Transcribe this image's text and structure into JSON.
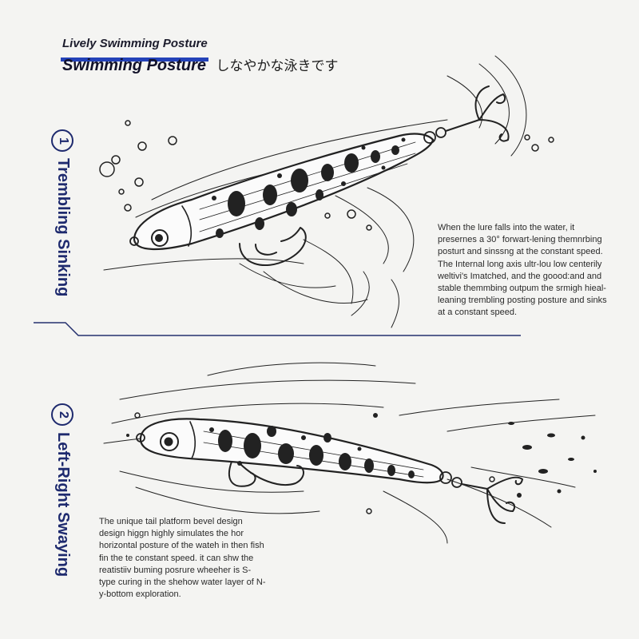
{
  "header": {
    "subtitle": "Lively Swimming Posture",
    "title": "Swimming Posture",
    "title_jp": "しなやかな泳きです",
    "accent_color": "#2442b8"
  },
  "sections": [
    {
      "number": "1",
      "label": "Trembling Sinking",
      "description": "When the lure falls into the water, it presernes a 30° forwart-lening themnrbing posturt and sinssng at the constant speed. The Internal long axis ultr-lou low centerily weltivi's Imatched, and the goood:and and stable themmbing outpum the srmigh hieal-leaning trembling posting posture and sinks at a constant speed."
    },
    {
      "number": "2",
      "label": "Left-Right Swaying",
      "description": "The unique tail platform bevel design design higgn highly simulates the hor horizontal posture of the wateh in then fish fin the te constant speed. it can shw the reatistiiv buming posrure wheeher is S-type curing in the shehow water layer of N-y-bottom exploration."
    }
  ],
  "colors": {
    "label": "#1e2a6e",
    "divider": "#24306e",
    "ink": "#1e1e1e"
  }
}
